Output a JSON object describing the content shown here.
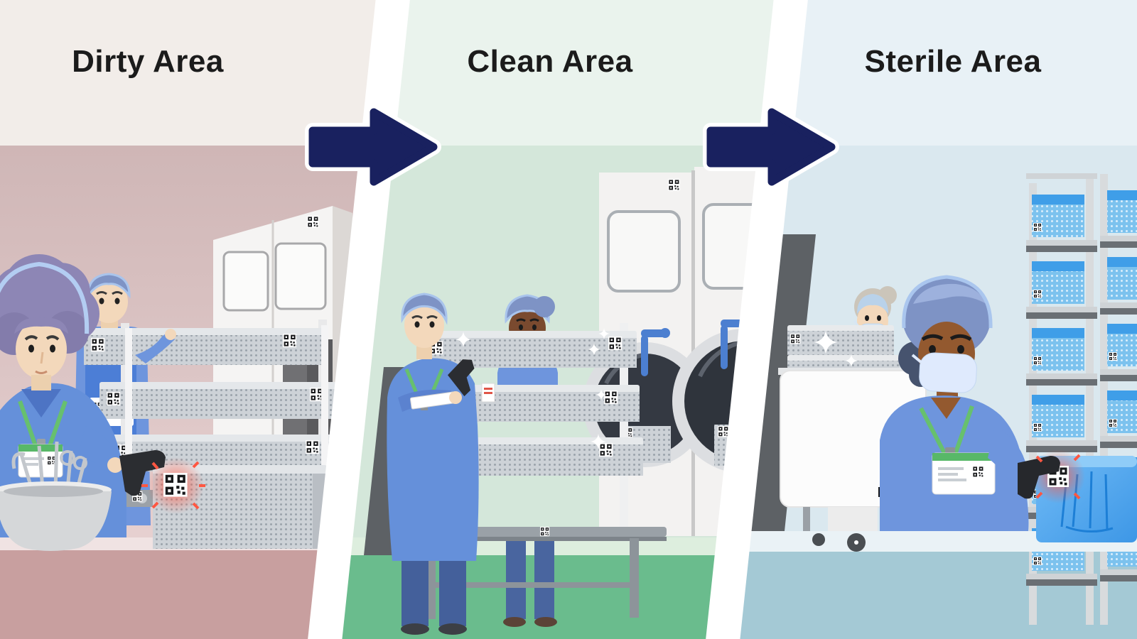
{
  "panels": [
    {
      "id": "dirty",
      "label": "Dirty Area",
      "scene": [
        "worker-scanning-basket",
        "worker-carrying-basket",
        "instrument-bowl",
        "basket-rack",
        "washer-loading-station",
        "qr-code-scan-red-laser"
      ]
    },
    {
      "id": "clean",
      "label": "Clean Area",
      "scene": [
        "worker-with-clipboard-and-scanner",
        "worker-behind-rack",
        "clean-basket-rack-with-sparkles",
        "two-washer-disinfectors"
      ]
    },
    {
      "id": "sterile",
      "label": "Sterile Area",
      "scene": [
        "masked-worker-scanning-sterile-container",
        "masked-worker-at-workstation",
        "computer-monitor",
        "sterile-storage-shelves-with-blue-containers",
        "qr-code-scan-red-laser"
      ]
    }
  ],
  "arrows": [
    {
      "name": "arrow-dirty-to-clean",
      "direction": "right"
    },
    {
      "name": "arrow-clean-to-sterile",
      "direction": "right"
    }
  ],
  "colors": {
    "arrow": "#19215f",
    "arrow_outline": "#ffffff",
    "divider": "#ffffff",
    "title_text": "#1b1b1b",
    "scrubs_blue": "#6590da",
    "cap_blue": "#7e93c5",
    "lanyard_green": "#67c06e",
    "laser_red": "#ff5742",
    "basket_gray": "#cdd2d7",
    "sterile_container_blue": "#57ace9",
    "floor_dirty": "#c89f9f",
    "floor_clean": "#6abc8d",
    "floor_sterile": "#a4c9d5",
    "header_dirty": "#f2ede9",
    "header_clean": "#eaf3ed",
    "header_sterile": "#e8f1f6"
  }
}
